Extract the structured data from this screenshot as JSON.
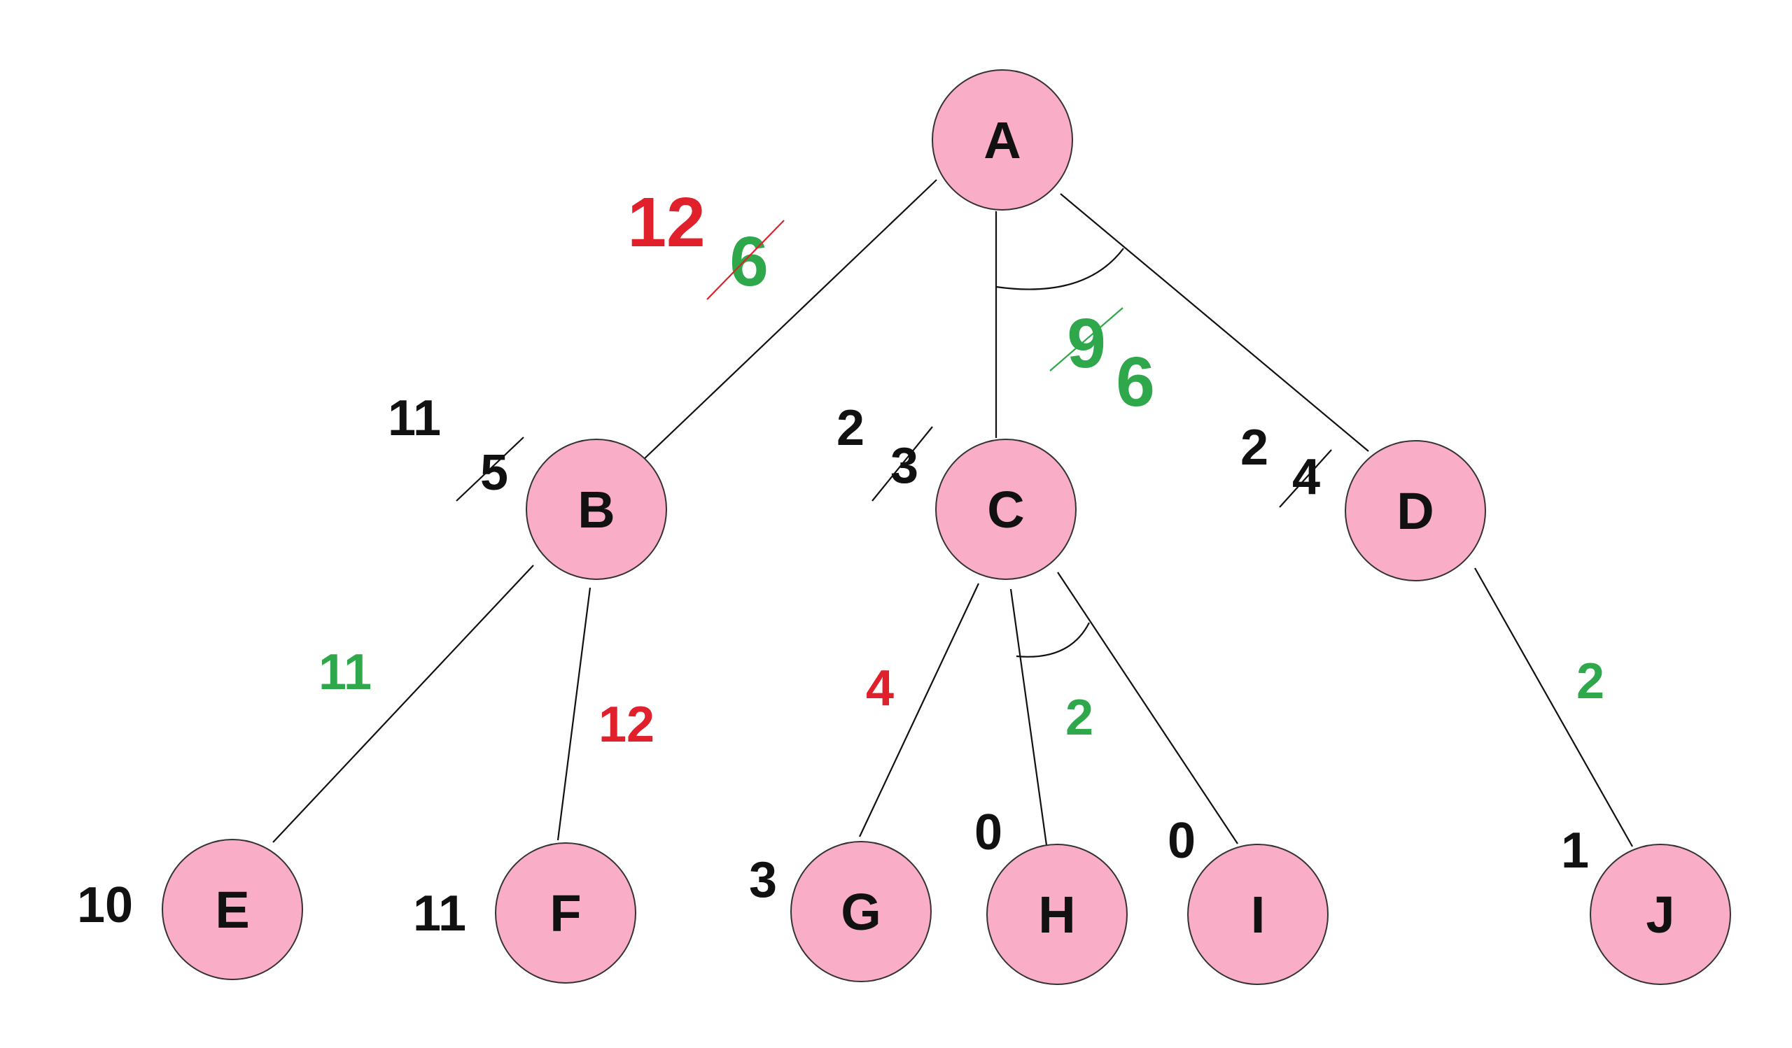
{
  "colors": {
    "node_fill": "#f9adc7",
    "black": "#111111",
    "red": "#e0202a",
    "green": "#2ea84a"
  },
  "nodes": {
    "A": "A",
    "B": "B",
    "C": "C",
    "D": "D",
    "E": "E",
    "F": "F",
    "G": "G",
    "H": "H",
    "I": "I",
    "J": "J"
  },
  "annotations": {
    "a_old_cost": "6",
    "a_new_cost": "12",
    "cd_old_cost": "9",
    "cd_new_cost": "6",
    "b_old_h": "5",
    "b_new_h": "11",
    "c_old_h": "3",
    "c_new_h": "2",
    "d_old_h": "4",
    "d_new_h": "2",
    "edge_be": "11",
    "edge_bf": "12",
    "edge_cg": "4",
    "edge_chi": "2",
    "edge_dj": "2",
    "h_e": "10",
    "h_f": "11",
    "h_g": "3",
    "h_h": "0",
    "h_i": "0",
    "h_j": "1"
  }
}
